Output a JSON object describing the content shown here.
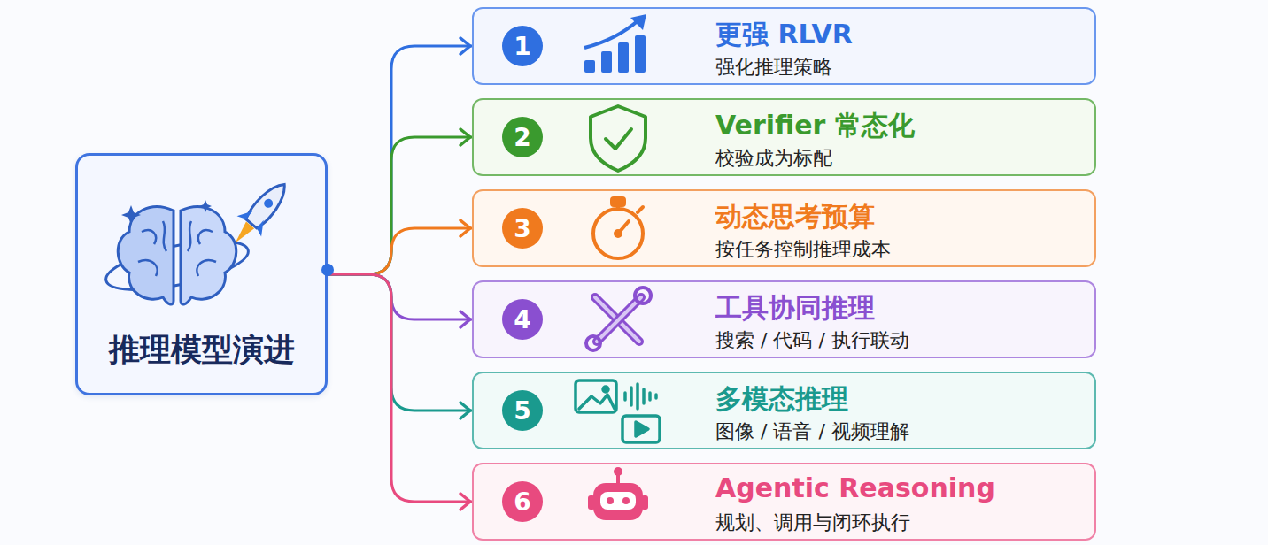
{
  "diagram": {
    "nodes": [
      {
        "text": [
          "推理模型演进"
        ]
      },
      {
        "text": [
          "更强 RLVR",
          "强化推理策略"
        ]
      },
      {
        "text": [
          "1"
        ],
        "in": 1
      },
      {
        "text": [
          "Verifier 常态化",
          "校验成为标配"
        ]
      },
      {
        "text": [
          "2"
        ],
        "in": 3
      },
      {
        "text": [
          "动态思考预算",
          "按任务控制推理成本"
        ]
      },
      {
        "text": [
          "3"
        ],
        "in": 5
      },
      {
        "text": [
          "工具协同推理",
          "搜索 / 代码 / 执行联动"
        ]
      },
      {
        "text": [
          "4"
        ],
        "in": 7
      },
      {
        "text": [
          "多模态推理",
          "图像 / 语音 / 视频理解"
        ]
      },
      {
        "text": [
          "5"
        ],
        "in": 9
      },
      {
        "text": [
          "Agentic Reasoning",
          "规划、调用与闭环执行"
        ]
      },
      {
        "text": [
          "6"
        ],
        "in": 11
      }
    ],
    "edges": [
      {
        "from": 0,
        "to": 1,
        "arrow": "to"
      },
      {
        "from": 0,
        "to": 3,
        "arrow": "to"
      },
      {
        "from": 0,
        "to": 5,
        "arrow": "to"
      },
      {
        "from": 0,
        "to": 7,
        "arrow": "to"
      },
      {
        "from": 0,
        "to": 9,
        "arrow": "to"
      },
      {
        "from": 0,
        "to": 11,
        "arrow": "to"
      }
    ]
  }
}
